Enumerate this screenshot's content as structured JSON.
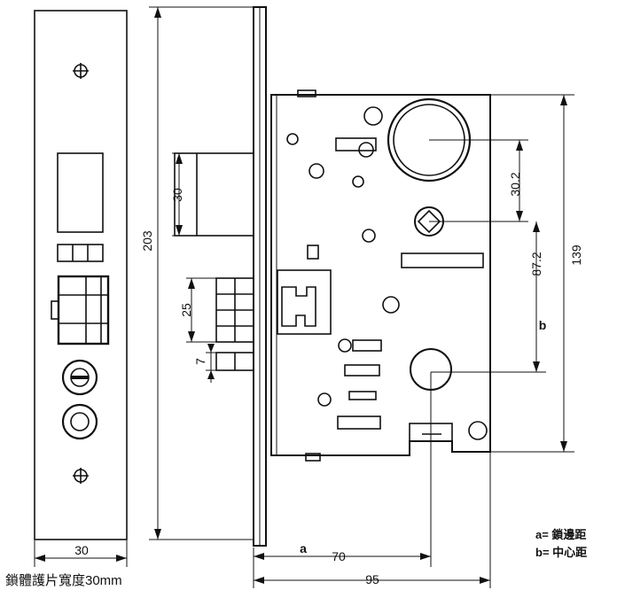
{
  "dimensions": {
    "faceplate_width": "30",
    "faceplate_height": "203",
    "latch_height": "30",
    "deadbolt_height": "25",
    "small_offset": "7",
    "cylinder_to_spindle": "30.2",
    "spindle_to_lower_hole": "87.2",
    "case_height": "139",
    "backset_b_label": "b",
    "backset_a_label": "a",
    "backset_value": "70",
    "case_depth": "95"
  },
  "legend": {
    "a": "a= 鎖邊距",
    "b": "b= 中心距"
  },
  "caption": "鎖體護片寬度30mm"
}
